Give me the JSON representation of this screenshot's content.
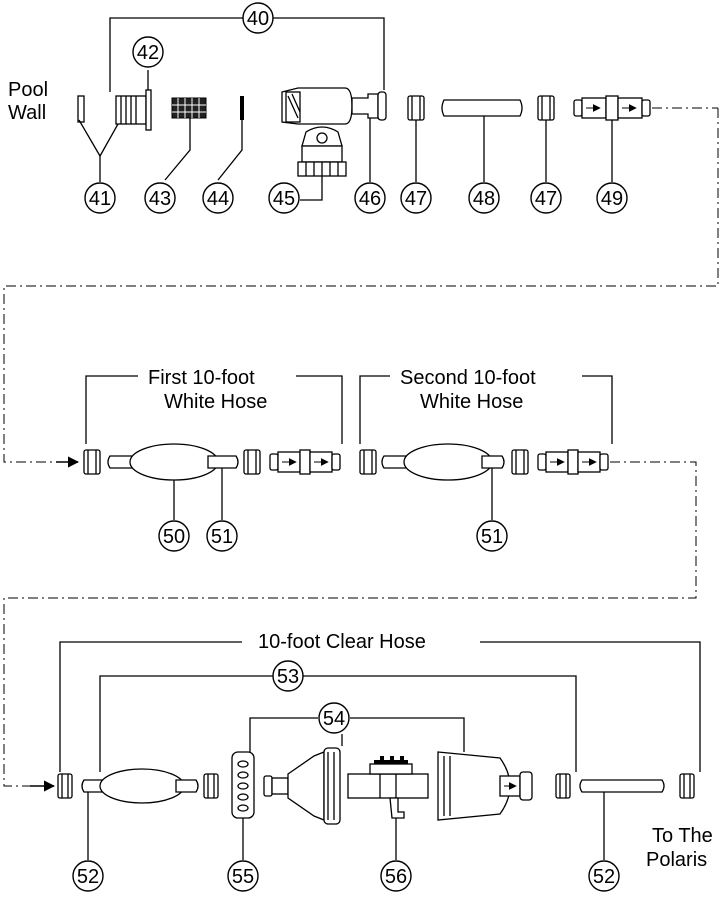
{
  "labels": {
    "pool_wall": [
      "Pool",
      "Wall"
    ],
    "first_hose": [
      "First 10-foot",
      "White Hose"
    ],
    "second_hose": [
      "Second 10-foot",
      "White Hose"
    ],
    "clear_hose": "10-foot Clear Hose",
    "destination": [
      "To The",
      "Polaris"
    ]
  },
  "callouts": {
    "c40": "40",
    "c41": "41",
    "c42": "42",
    "c43": "43",
    "c44": "44",
    "c45": "45",
    "c46": "46",
    "c47a": "47",
    "c48": "48",
    "c47b": "47",
    "c49": "49",
    "c50": "50",
    "c51a": "51",
    "c51b": "51",
    "c52a": "52",
    "c53": "53",
    "c54": "54",
    "c55": "55",
    "c56": "56",
    "c52b": "52"
  }
}
